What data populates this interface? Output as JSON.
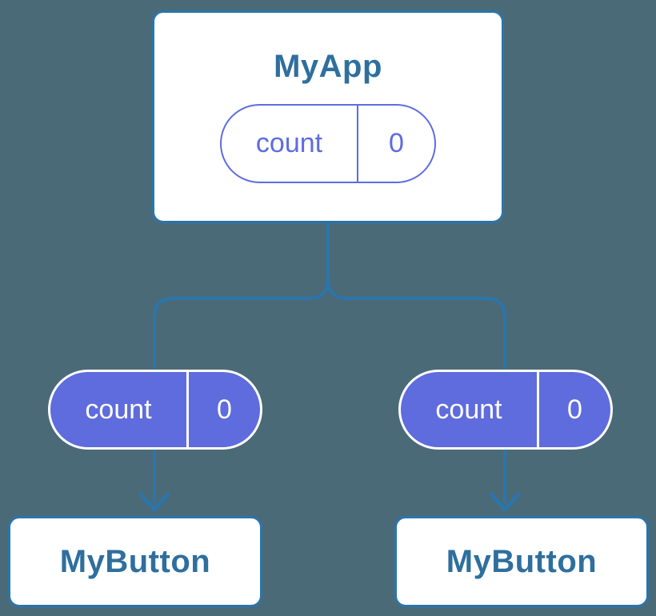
{
  "colors": {
    "background": "#4b6a77",
    "connector": "#2b75ab",
    "card_bg": "#ffffff",
    "card_border": "#2b75ab",
    "title_text": "#2e6f9e",
    "pill_purple": "#5f6cdd",
    "pill_outline": "#5e6ce0",
    "pill_light_text": "#ffffff"
  },
  "root": {
    "title": "MyApp",
    "state": {
      "name": "count",
      "value": "0"
    }
  },
  "children": [
    {
      "title": "MyButton",
      "prop": {
        "name": "count",
        "value": "0"
      }
    },
    {
      "title": "MyButton",
      "prop": {
        "name": "count",
        "value": "0"
      }
    }
  ]
}
